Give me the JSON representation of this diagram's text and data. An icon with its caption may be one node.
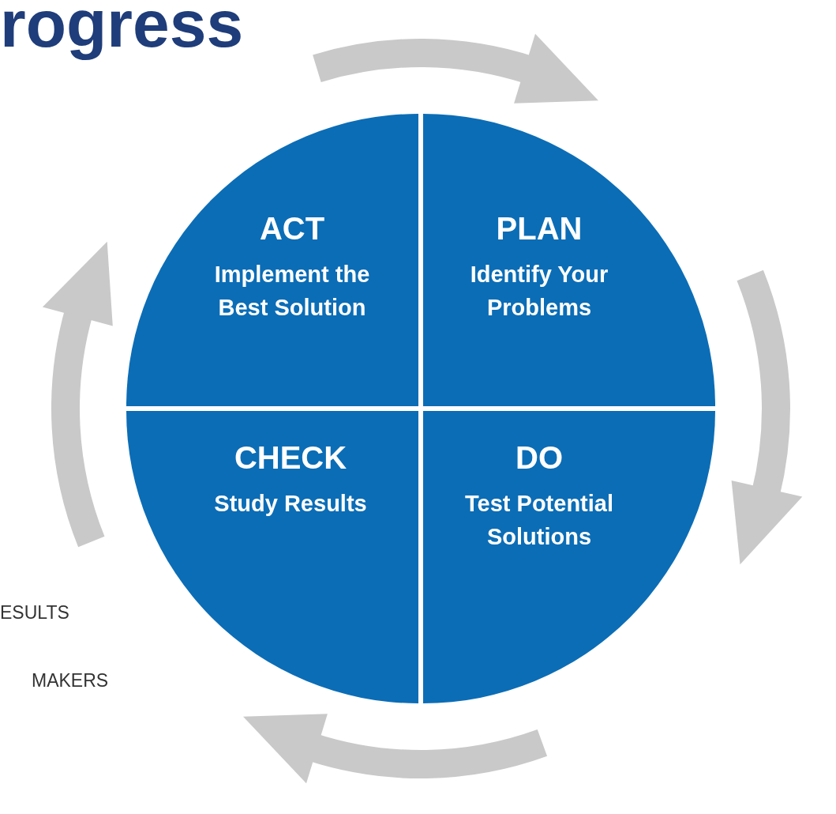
{
  "diagram": {
    "title": "rogress",
    "nodes": [
      {
        "text": [
          "ACT",
          "Implement the Best Solution"
        ]
      },
      {
        "text": [
          "PLAN",
          "Identify Your Problems"
        ]
      },
      {
        "text": [
          "CHECK",
          "Study Results"
        ]
      },
      {
        "text": [
          "DO",
          "Test Potential Solutions"
        ]
      }
    ],
    "labels": [
      "ESULTS",
      "MAKERS"
    ]
  }
}
